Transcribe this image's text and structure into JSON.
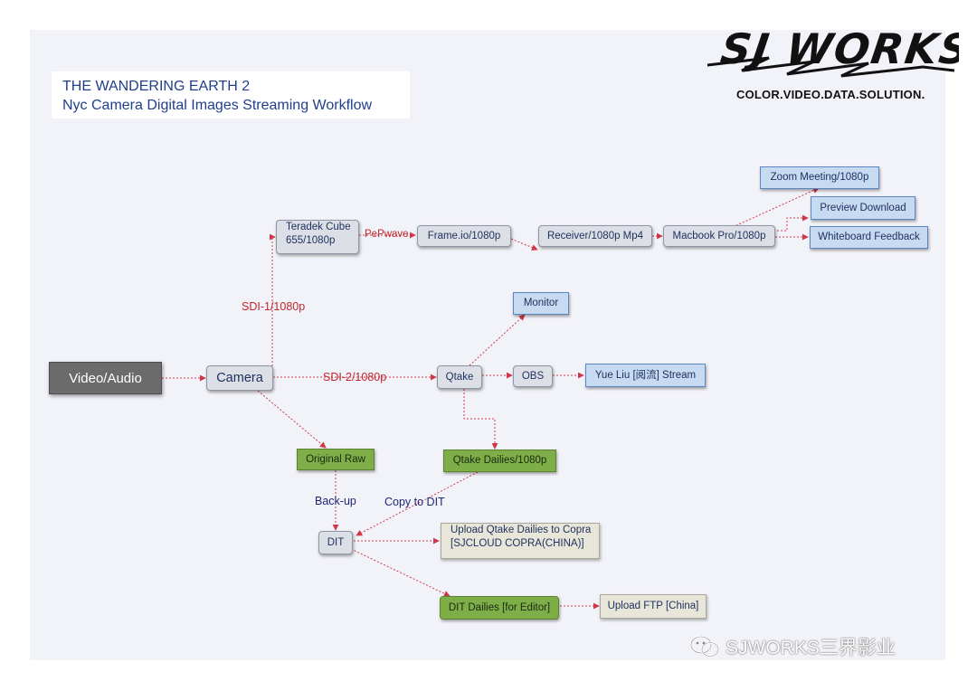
{
  "header": {
    "title_line1": "THE WANDERING EARTH 2",
    "title_line2": "Nyc Camera Digital Images Streaming Workflow"
  },
  "brand": {
    "logo_text": "SJ WORKS",
    "tagline": "COLOR.VIDEO.DATA.SOLUTION.",
    "watermark": "SJWORKS三界影业"
  },
  "colors": {
    "edge": "#d0384a",
    "title": "#1f3f8c",
    "edge_label": "#c0282d",
    "edge_label_alt": "#22247a"
  },
  "nodes": {
    "video_audio": "Video/Audio",
    "camera": "Camera",
    "teradek_line1": "Teradek Cube",
    "teradek_line2": "655/1080p",
    "frameio": "Frame.io/1080p",
    "receiver": "Receiver/1080p Mp4",
    "macbook": "Macbook Pro/1080p",
    "zoom": "Zoom Meeting/1080p",
    "preview": "Preview Download",
    "whiteboard": "Whiteboard Feedback",
    "monitor": "Monitor",
    "qtake": "Qtake",
    "obs": "OBS",
    "yueliu": "Yue Liu [阅流] Stream",
    "original_raw": "Original Raw",
    "qtake_dailies": "Qtake Dailies/1080p",
    "dit": "DIT",
    "upload_copra_line1": "Upload Qtake Dailies to Copra",
    "upload_copra_line2": "[SJCLOUD COPRA(CHINA)]",
    "dit_dailies": "DIT Dailies [for Editor]",
    "upload_ftp": "Upload FTP [China]"
  },
  "edge_labels": {
    "sdi1": "SDI-1/1080p",
    "sdi2": "SDI-2/1080p",
    "pepwave": "PePwave",
    "backup": "Back-up",
    "copy_to_dit": "Copy to DIT"
  }
}
